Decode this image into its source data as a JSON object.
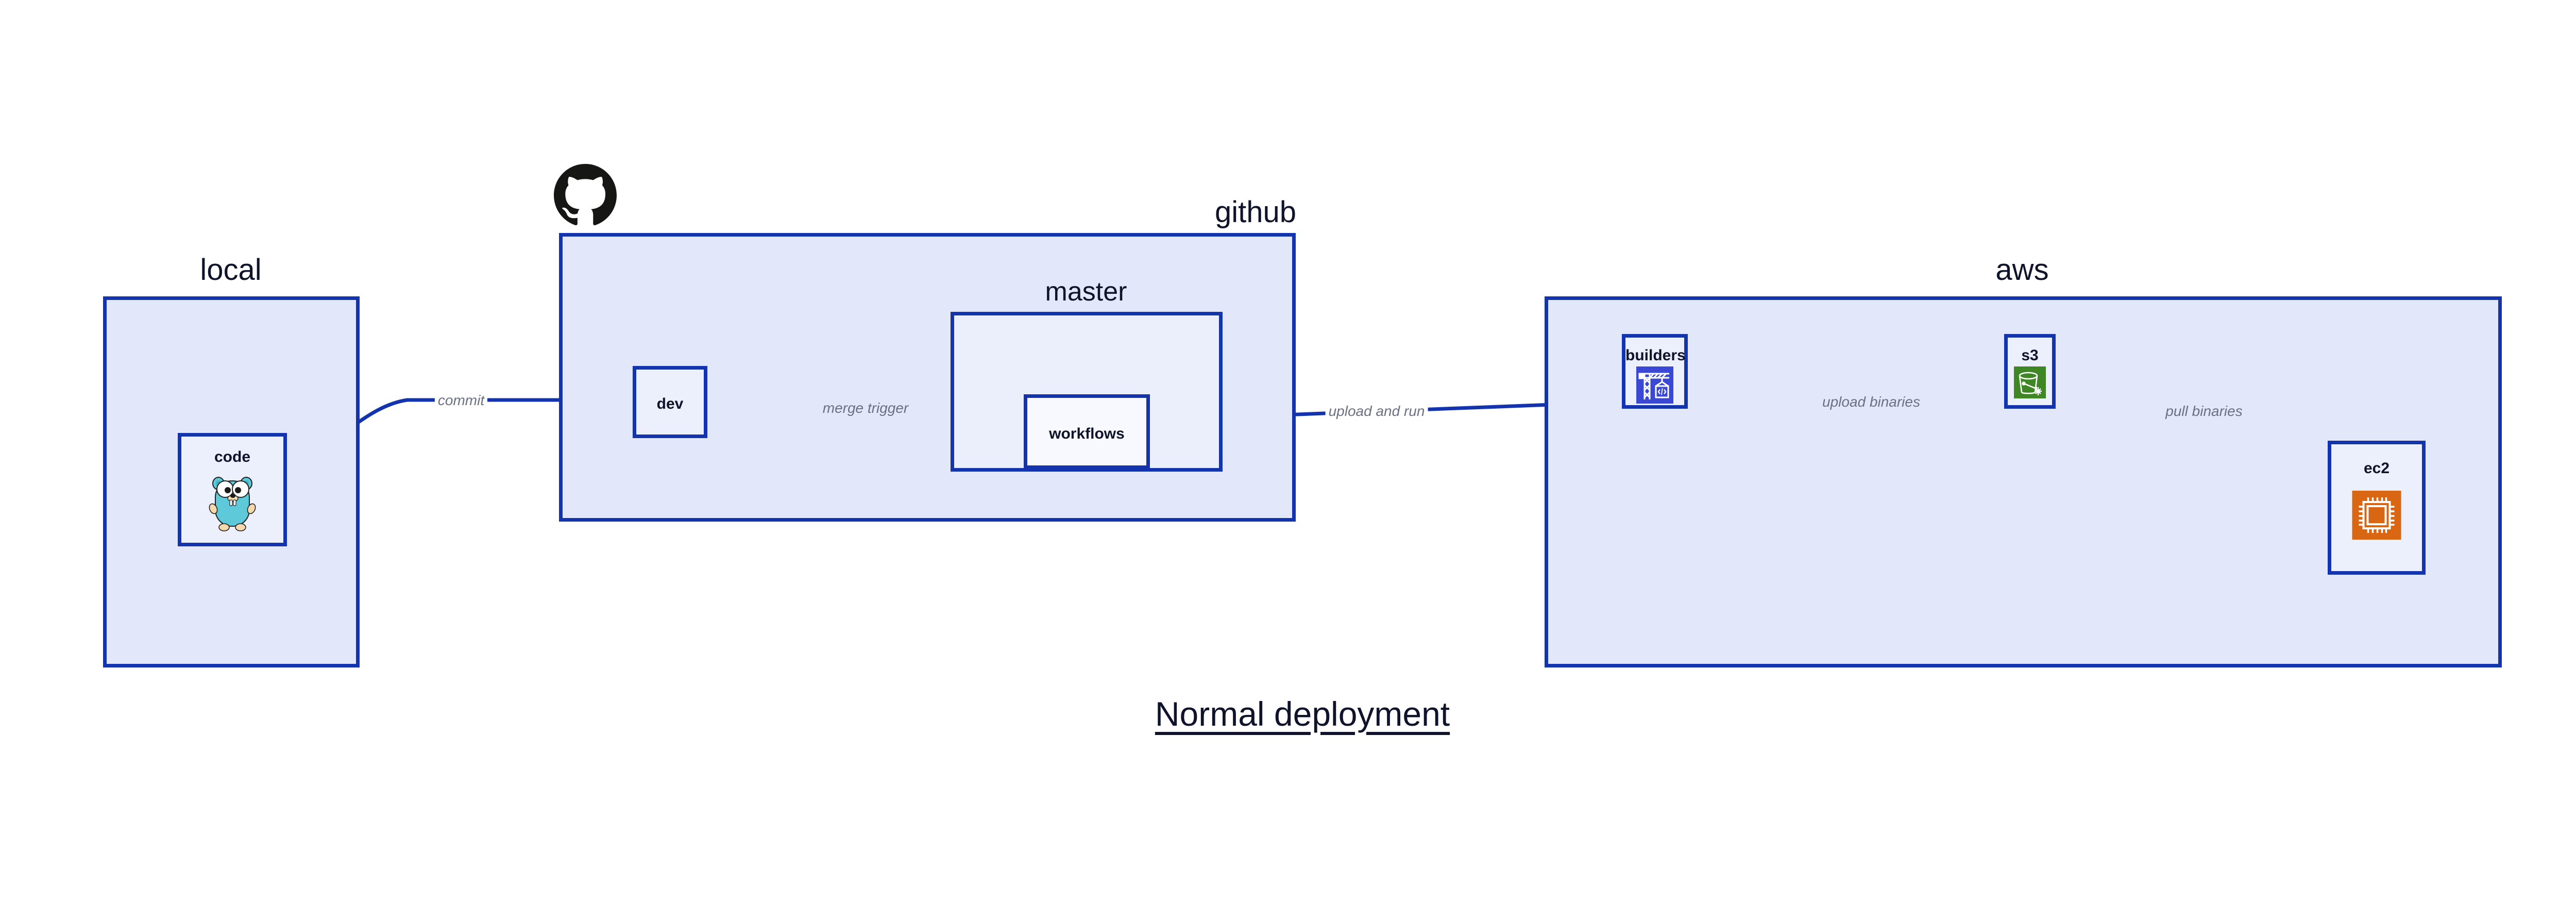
{
  "diagram": {
    "title": "Normal deployment",
    "colors": {
      "border": "#1434ae",
      "group_fill": "#e2e7fa",
      "sub_fill": "#eaeffb",
      "node_fill": "#eceffc",
      "node_fill_white": "#f7f9fe",
      "edge_stroke": "#1434ae",
      "edge_label_text": "#6a7183",
      "label_text": "#0f142b",
      "builders_icon_bg": "#3b48d4",
      "s3_icon_bg": "#3f8624",
      "ec2_icon_bg": "#d86613",
      "gopher_body": "#5ec9d8",
      "github_logo": "#161614"
    },
    "groups": [
      {
        "id": "local",
        "label": "local"
      },
      {
        "id": "github",
        "label": "github"
      },
      {
        "id": "aws",
        "label": "aws"
      }
    ],
    "subgroups": [
      {
        "id": "master",
        "label": "master",
        "parent": "github"
      }
    ],
    "nodes": [
      {
        "id": "code",
        "label": "code",
        "icon": "go-gopher-icon",
        "parent": "local"
      },
      {
        "id": "dev",
        "label": "dev",
        "icon": null,
        "parent": "github"
      },
      {
        "id": "workflows",
        "label": "workflows",
        "icon": null,
        "parent": "master"
      },
      {
        "id": "builders",
        "label": "builders",
        "icon": "aws-builders-crane-icon",
        "parent": "aws"
      },
      {
        "id": "s3",
        "label": "s3",
        "icon": "aws-s3-bucket-icon",
        "parent": "aws"
      },
      {
        "id": "ec2",
        "label": "ec2",
        "icon": "aws-ec2-chip-icon",
        "parent": "aws"
      }
    ],
    "edges": [
      {
        "id": "commit",
        "from": "code",
        "to": "dev",
        "label": "commit"
      },
      {
        "id": "merge-trigger",
        "from": "dev",
        "to": "workflows",
        "label": "merge trigger"
      },
      {
        "id": "upload-and-run",
        "from": "workflows",
        "to": "builders",
        "label": "upload and run"
      },
      {
        "id": "upload-binaries",
        "from": "builders",
        "to": "s3",
        "label": "upload binaries"
      },
      {
        "id": "pull-binaries",
        "from": "s3",
        "to": "ec2",
        "label": "pull binaries"
      }
    ],
    "logos": [
      {
        "id": "github-mark",
        "icon": "github-octocat-icon"
      }
    ]
  }
}
